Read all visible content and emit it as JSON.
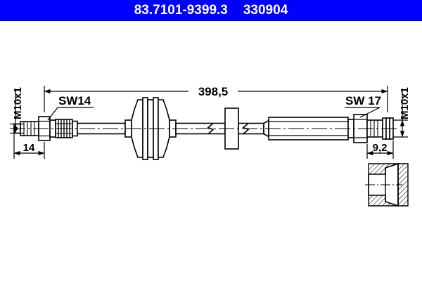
{
  "header": {
    "part_number": "83.7101-9399.3",
    "article_number": "330904",
    "background_color": "#0000ff",
    "text_color": "#ffffff"
  },
  "drawing": {
    "title": "brake-hose-technical-drawing",
    "line_color": "#000000",
    "background_color": "#ffffff",
    "dimensions": {
      "overall_length": "398,5",
      "left_end_length": "14",
      "right_end_length": "9,2",
      "left_thread": "M10x1",
      "right_thread": "M10x1"
    },
    "callouts": {
      "left_wrench": "SW14",
      "right_wrench": "SW 17"
    },
    "detail_view": {
      "name": "section-detail-fitting"
    }
  }
}
